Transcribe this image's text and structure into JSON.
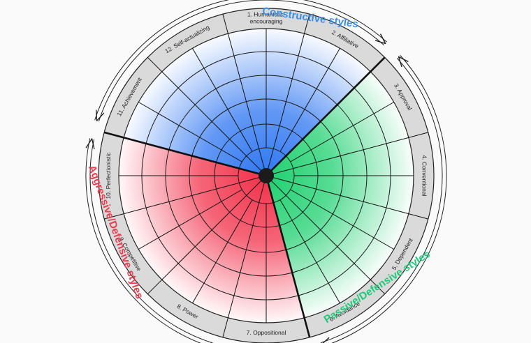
{
  "diagram": {
    "groups": [
      {
        "label": "Constructive styles",
        "color": "#3a8ee6",
        "gradient": "#2f77f2"
      },
      {
        "label": "Passive/Defensive styles",
        "color": "#1fc97a",
        "gradient": "#1fd070"
      },
      {
        "label": "Aggressive/Defensive styles",
        "color": "#f03a4e",
        "gradient": "#f2314a"
      }
    ],
    "segments": [
      {
        "label": "1. Humanistic-encouraging",
        "lines": [
          "1. Humanistic-",
          "encouraging"
        ],
        "group": 0
      },
      {
        "label": "2. Affiliative",
        "lines": [
          "2. Affiliative"
        ],
        "group": 0
      },
      {
        "label": "3. Approval",
        "lines": [
          "3. Approval"
        ],
        "group": 1
      },
      {
        "label": "4. Conventional",
        "lines": [
          "4. Conventional"
        ],
        "group": 1
      },
      {
        "label": "5. Dependent",
        "lines": [
          "5. Dependent"
        ],
        "group": 1
      },
      {
        "label": "6. Avoidance",
        "lines": [
          "6. Avoidance"
        ],
        "group": 1
      },
      {
        "label": "7. Oppositional",
        "lines": [
          "7. Oppositional"
        ],
        "group": 2
      },
      {
        "label": "8. Power",
        "lines": [
          "8. Power"
        ],
        "group": 2
      },
      {
        "label": "9. Competitive",
        "lines": [
          "9. Competitive"
        ],
        "group": 2
      },
      {
        "label": "10. Perfectionistic",
        "lines": [
          "10. Perfectionistic"
        ],
        "group": 2
      },
      {
        "label": "11. Achievement",
        "lines": [
          "11. Achievement"
        ],
        "group": 0
      },
      {
        "label": "12. Self-actualizing",
        "lines": [
          "12. Self-actualizing"
        ],
        "group": 0
      }
    ]
  }
}
